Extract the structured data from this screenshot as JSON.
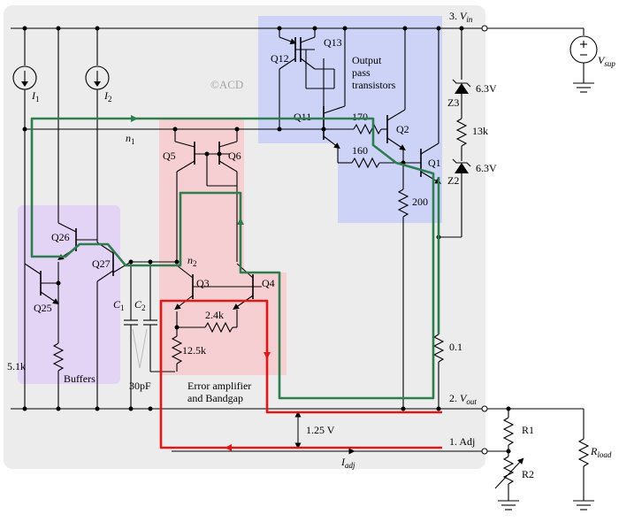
{
  "colors": {
    "chip_bg": "#ececec",
    "output_region": "#cdd3f7",
    "error_region": "#f6cfd2",
    "buffer_region": "#e3d3f5",
    "green_path": "#2e7d4f",
    "red_path": "#e01818"
  },
  "watermark": "©ACD",
  "terminals": {
    "vin": {
      "num": "3.",
      "sym": "V",
      "sub": "in"
    },
    "vout": {
      "num": "2.",
      "sym": "V",
      "sub": "out"
    },
    "adj": "1. Adj"
  },
  "region_labels": {
    "output_line1": "Output",
    "output_line2": "pass",
    "output_line3": "transistors",
    "buffers": "Buffers",
    "error_line1": "Error amplifier",
    "error_line2": "and Bandgap"
  },
  "transistors": [
    "Q1",
    "Q2",
    "Q3",
    "Q4",
    "Q5",
    "Q6",
    "Q11",
    "Q12",
    "Q13",
    "Q25",
    "Q26",
    "Q27"
  ],
  "resistors": {
    "r170": "170",
    "r160": "160",
    "r200": "200",
    "r2_4k": "2.4k",
    "r12_5k": "12.5k",
    "r5_1k": "5.1k",
    "r13k": "13k",
    "r0_1": "0.1"
  },
  "zeners": {
    "z3": "Z3",
    "z2": "Z2",
    "z3_v": "6.3V",
    "z2_v": "6.3V"
  },
  "current_sources": {
    "i1": {
      "sym": "I",
      "sub": "1"
    },
    "i2": {
      "sym": "I",
      "sub": "2"
    }
  },
  "capacitors": {
    "c1": {
      "sym": "C",
      "sub": "1"
    },
    "c2": {
      "sym": "C",
      "sub": "2"
    },
    "value": "30pF"
  },
  "nodes": {
    "n1": {
      "sym": "n",
      "sub": "1"
    },
    "n2": {
      "sym": "n",
      "sub": "2"
    }
  },
  "external": {
    "vsup": {
      "sym": "V",
      "sub": "sup"
    },
    "r1": "R1",
    "r2": "R2",
    "rload": {
      "sym": "R",
      "sub": "load"
    },
    "vref": "1.25 V",
    "iadj": {
      "sym": "I",
      "sub": "adj"
    }
  }
}
